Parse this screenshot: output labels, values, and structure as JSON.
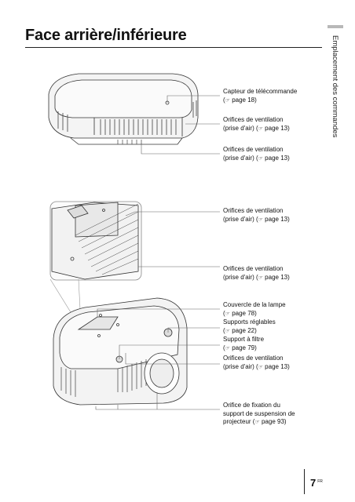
{
  "page": {
    "title": "Face arrière/inférieure",
    "section_label": "Emplacement des commandes",
    "page_number": "7",
    "page_lang": "FR"
  },
  "callouts": [
    {
      "label": "Capteur de télécommande",
      "ref": "page 18"
    },
    {
      "label": "Orifices de ventilation",
      "ref": "(prise d'air) (",
      "page": "page 13"
    },
    {
      "label": "Orifices de ventilation",
      "ref": "(prise d'air) (",
      "page": "page 13"
    },
    {
      "label": "Orifices de ventilation",
      "ref": "(prise d'air) (",
      "page": "page 13"
    },
    {
      "label": "Orifices de ventilation",
      "ref": "(prise d'air) (",
      "page": "page 13"
    },
    {
      "label": "Couvercle de la lampe",
      "ref": "page 78"
    },
    {
      "label": "Supports réglables",
      "ref": "page 22"
    },
    {
      "label": "Support à filtre",
      "ref": "page 79"
    },
    {
      "label": "Orifices de ventilation",
      "ref": "(prise d'air) (",
      "page": "page 13"
    },
    {
      "label": "Orifice de fixation du",
      "label2": "support de suspension de",
      "label3": "projecteur (",
      "page": "page 93"
    }
  ],
  "icons": {
    "page_ref": "pointing-hand-icon"
  }
}
